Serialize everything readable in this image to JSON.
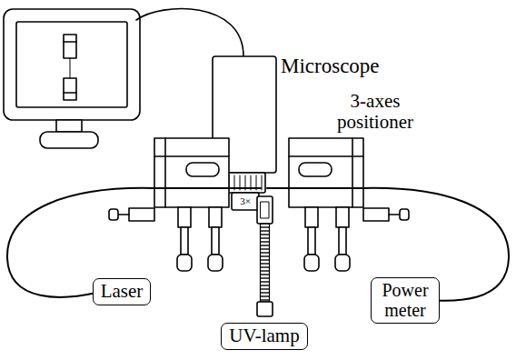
{
  "diagram": {
    "nodes": [
      {
        "text": [
          "Laser"
        ]
      },
      {
        "text": [
          "Power meter"
        ]
      },
      {
        "text": [
          "UV-lamp"
        ]
      }
    ],
    "labels": [
      "Microscope",
      "3×",
      "3-axes positioner"
    ]
  }
}
